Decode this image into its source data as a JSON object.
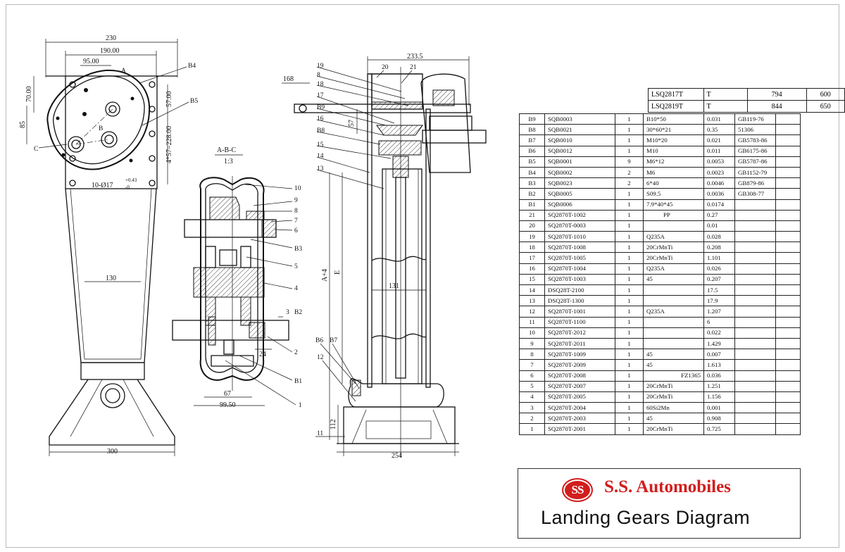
{
  "front_view": {
    "dims": {
      "d230": "230",
      "d190": "190.00",
      "d95": "95.00",
      "d70": "70.00",
      "d85": "85",
      "d57": "57.00",
      "d4x57": "4*57=228.00",
      "holes": "10-Ø17",
      "tol_upper": "+0.43",
      "tol_lower": "-0",
      "d130": "130",
      "d300": "300"
    },
    "labels": {
      "A": "A",
      "B": "B",
      "C": "C",
      "B4": "B4",
      "B5": "B5"
    }
  },
  "section_view": {
    "title": "A-B-C",
    "scale": "1:3",
    "dims": {
      "d67": "67",
      "d99": "99.50",
      "d24": "24"
    },
    "labels": {
      "n10": "10",
      "n9": "9",
      "n8": "8",
      "n7": "7",
      "n6": "6",
      "B3": "B3",
      "n5": "5",
      "n4": "4",
      "n3": "3",
      "B2": "B2",
      "n2": "2",
      "B1": "B1",
      "n1": "1"
    }
  },
  "side_view": {
    "dims": {
      "d233": "233.5",
      "d168": "168",
      "d57": "57",
      "d131": "131",
      "dA4": "A+4",
      "dE": "E",
      "d112": "112",
      "d254": "254"
    },
    "labels": {
      "n19": "19",
      "n8": "8",
      "n18": "18",
      "n17": "17",
      "B9": "B9",
      "n16": "16",
      "B8": "B8",
      "n15": "15",
      "n14": "14",
      "n13": "13",
      "n20": "20",
      "n21": "21",
      "B6": "B6",
      "B7": "B7",
      "n12": "12",
      "n11": "11"
    }
  },
  "variant_table": [
    [
      "LSQ2817T",
      "T",
      "794",
      "600"
    ],
    [
      "LSQ2819T",
      "T",
      "844",
      "650"
    ]
  ],
  "parts": [
    [
      "B9",
      "SQB0003",
      "1",
      "B10*50",
      "0.031",
      "GB119-76"
    ],
    [
      "B8",
      "SQB0021",
      "1",
      "30*60*21",
      "0.35",
      "51306"
    ],
    [
      "B7",
      "SQB0010",
      "1",
      "M10*20",
      "0.021",
      "GB5783-86"
    ],
    [
      "B6",
      "SQB0012",
      "1",
      "M10",
      "0.011",
      "GB6175-86"
    ],
    [
      "B5",
      "SQB0001",
      "9",
      "M6*12",
      "0.0053",
      "GB5787-86"
    ],
    [
      "B4",
      "SQB0002",
      "2",
      "M6",
      "0.0023",
      "GB1152-79"
    ],
    [
      "B3",
      "SQB0023",
      "2",
      "6*40",
      "0.0046",
      "GB879-86"
    ],
    [
      "B2",
      "SQB0005",
      "1",
      "S09.5",
      "0.0036",
      "GB308-77"
    ],
    [
      "B1",
      "SQB0006",
      "1",
      "7.9*40*45",
      "0.0174",
      ""
    ],
    [
      "21",
      "SQ2870T-1002",
      "1",
      "PP",
      "0.27",
      ""
    ],
    [
      "20",
      "SQ2870T-0003",
      "1",
      "",
      "0.01",
      ""
    ],
    [
      "19",
      "SQ2870T-1010",
      "1",
      "Q235A",
      "0.028",
      ""
    ],
    [
      "18",
      "SQ2870T-1008",
      "1",
      "20CrMnTi",
      "0.208",
      ""
    ],
    [
      "17",
      "SQ2870T-1005",
      "1",
      "20CrMnTi",
      "1.101",
      ""
    ],
    [
      "16",
      "SQ2870T-1004",
      "1",
      "Q235A",
      "0.026",
      ""
    ],
    [
      "15",
      "SQ2870T-1003",
      "1",
      "45",
      "0.207",
      ""
    ],
    [
      "14",
      "DSQ28T-2100",
      "1",
      "",
      "17.5",
      ""
    ],
    [
      "13",
      "DSQ28T-1300",
      "1",
      "",
      "17.9",
      ""
    ],
    [
      "12",
      "SQ2870T-1001",
      "1",
      "Q235A",
      "1.207",
      ""
    ],
    [
      "11",
      "SQ2870T-1100",
      "1",
      "",
      "6",
      ""
    ],
    [
      "10",
      "SQ2870T-2012",
      "1",
      "",
      "0.022",
      ""
    ],
    [
      "9",
      "SQ2870T-2011",
      "1",
      "",
      "1.429",
      ""
    ],
    [
      "8",
      "SQ2870T-1009",
      "1",
      "45",
      "0.007",
      ""
    ],
    [
      "7",
      "SQ2870T-2009",
      "1",
      "45",
      "1.613",
      ""
    ],
    [
      "6",
      "SQ2870T-2008",
      "1",
      "FZ1365",
      "0.036",
      ""
    ],
    [
      "5",
      "SQ2870T-2007",
      "1",
      "20CrMnTi",
      "1.251",
      ""
    ],
    [
      "4",
      "SQ2870T-2005",
      "1",
      "20CrMnTi",
      "1.156",
      ""
    ],
    [
      "3",
      "SQ2870T-2004",
      "1",
      "60Si2Mn",
      "0.001",
      ""
    ],
    [
      "2",
      "SQ2870T-2003",
      "1",
      "45",
      "0.908",
      ""
    ],
    [
      "1",
      "SQ2870T-2001",
      "1",
      "20CrMnTi",
      "0.725",
      ""
    ]
  ],
  "brand": {
    "logo_text": "SS",
    "name": "S.S. Automobiles",
    "subtitle": "Landing Gears Diagram",
    "accent": "#d21d1d"
  }
}
